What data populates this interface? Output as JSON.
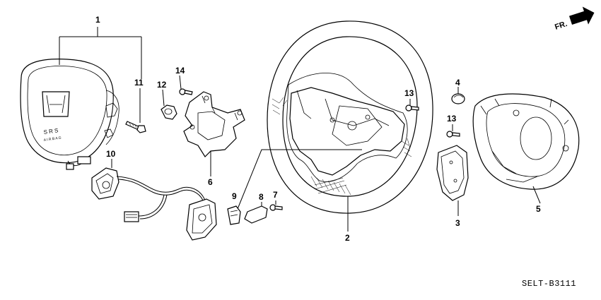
{
  "diagram": {
    "reference_code": "SELT-B3111",
    "direction_label": "FR.",
    "callouts": [
      {
        "id": "c1",
        "label": "1"
      },
      {
        "id": "c2",
        "label": "2"
      },
      {
        "id": "c3",
        "label": "3"
      },
      {
        "id": "c4",
        "label": "4"
      },
      {
        "id": "c5",
        "label": "5"
      },
      {
        "id": "c6",
        "label": "6"
      },
      {
        "id": "c7",
        "label": "7"
      },
      {
        "id": "c8",
        "label": "8"
      },
      {
        "id": "c9",
        "label": "9"
      },
      {
        "id": "c10",
        "label": "10"
      },
      {
        "id": "c11",
        "label": "11"
      },
      {
        "id": "c12",
        "label": "12"
      },
      {
        "id": "c13a",
        "label": "13"
      },
      {
        "id": "c13b",
        "label": "13"
      },
      {
        "id": "c14",
        "label": "14"
      }
    ],
    "airbag_emblem_text": [
      "S R S",
      "A I R B A G"
    ]
  }
}
